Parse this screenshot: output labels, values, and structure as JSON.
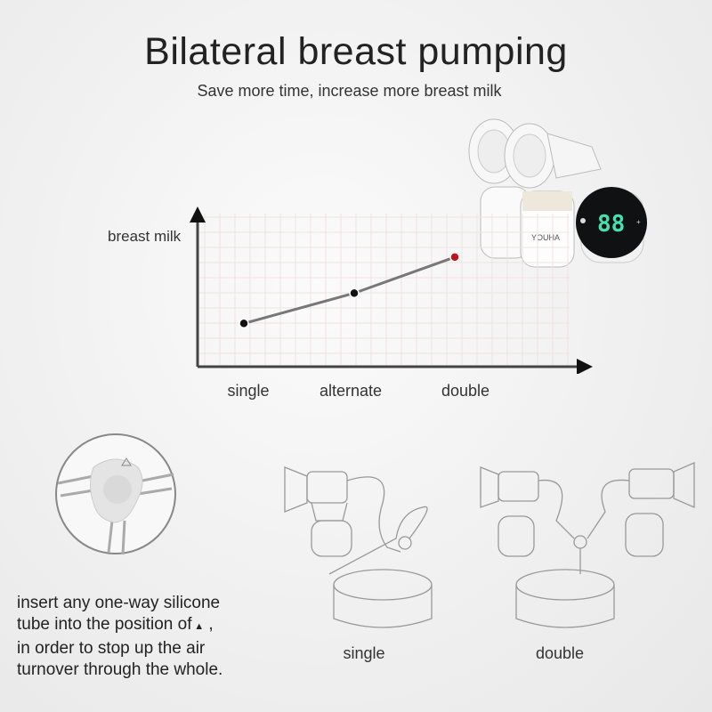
{
  "header": {
    "title": "Bilateral breast pumping",
    "subtitle": "Save more time, increase more breast milk"
  },
  "chart_data": {
    "type": "line",
    "title": "",
    "ylabel": "breast milk",
    "xlabel": "",
    "categories": [
      "single",
      "alternate",
      "double"
    ],
    "values": [
      3.0,
      5.1,
      7.6
    ],
    "ylim": [
      0,
      10
    ],
    "grid": true,
    "point_colors": [
      "#111111",
      "#111111",
      "#c0161b"
    ]
  },
  "product": {
    "brand": "YOUHA",
    "display": "88"
  },
  "tube_note": {
    "lines": [
      "insert any one-way silicone",
      "tube into the position of",
      "in order to stop up the air",
      "turnover through the whole."
    ],
    "marker": "▲"
  },
  "setups": [
    {
      "label": "single"
    },
    {
      "label": "double"
    }
  ]
}
